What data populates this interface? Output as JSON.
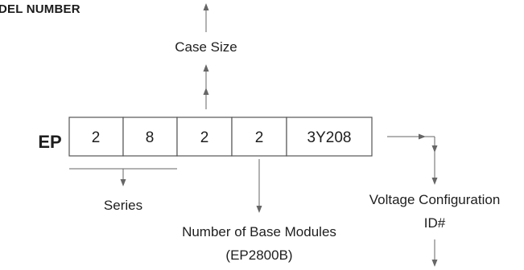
{
  "header": {
    "title": "DEL NUMBER"
  },
  "code": {
    "prefix": "EP",
    "cells": [
      "2",
      "8",
      "2",
      "2",
      "3Y208"
    ]
  },
  "labels": {
    "case_size": "Case Size",
    "series": "Series",
    "base_modules_line1": "Number of Base Modules",
    "base_modules_line2": "(EP2800B)",
    "voltage_line1": "Voltage Configuration",
    "voltage_line2": "ID#"
  },
  "colors": {
    "stroke": "#666666",
    "text": "#1e1e1e",
    "cell_border": "#555555"
  }
}
